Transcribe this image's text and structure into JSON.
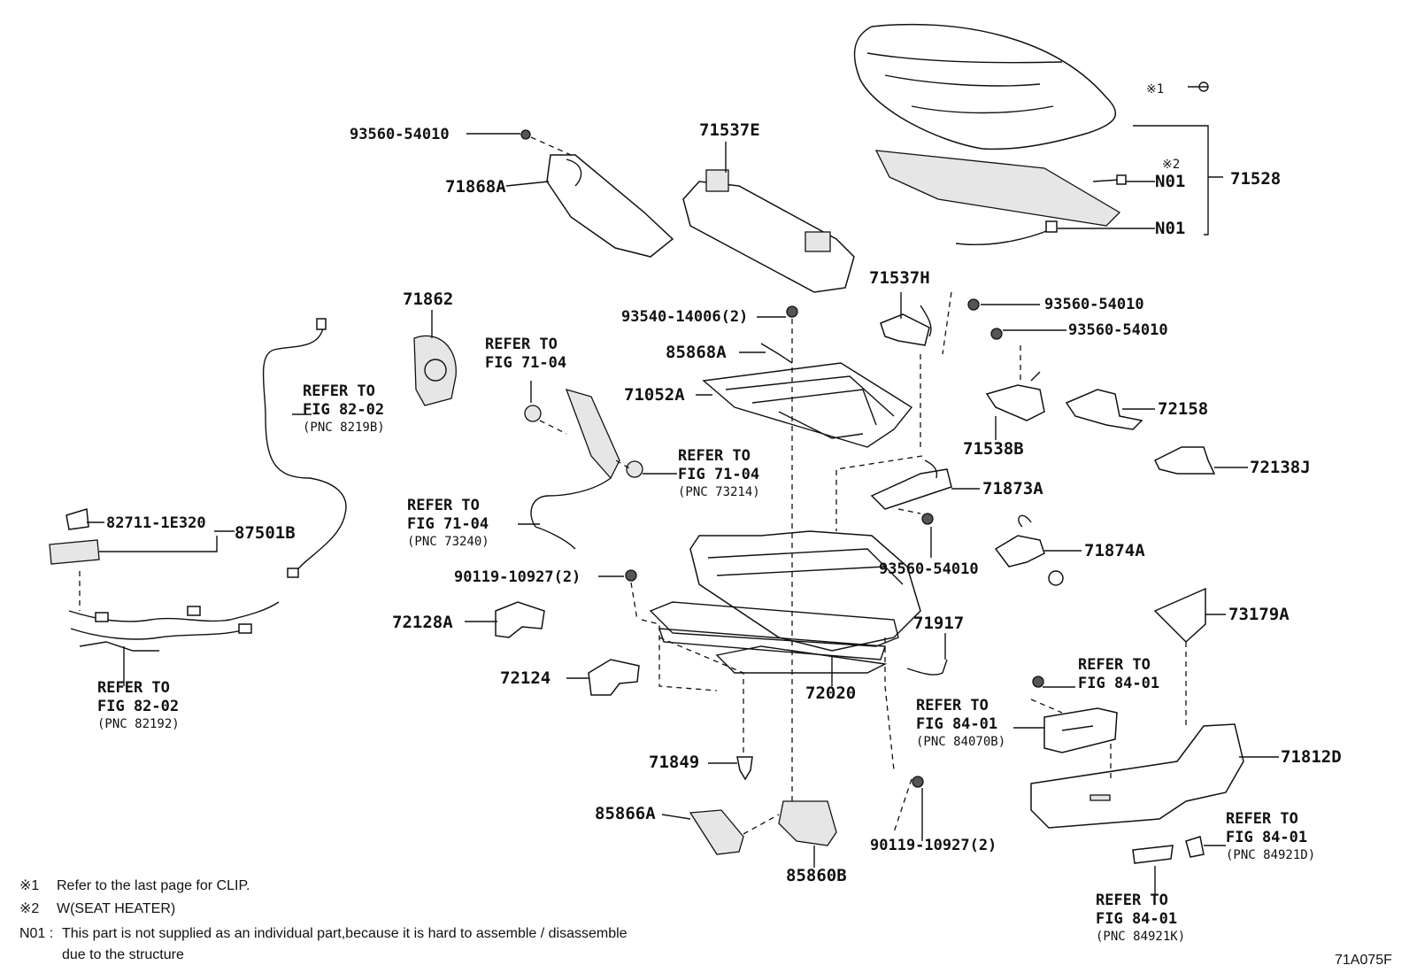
{
  "callouts": {
    "p71528": "71528",
    "n01_top": "N01",
    "n01_bottom": "N01",
    "mark_x1": "※1",
    "mark_x2": "※2",
    "p71537E": "71537E",
    "p93560_top": "93560-54010",
    "p71868A": "71868A",
    "p71862": "71862",
    "p71537H": "71537H",
    "p93560_r1": "93560-54010",
    "p93560_r2": "93560-54010",
    "p93540": "93540-14006(2)",
    "p85868A": "85868A",
    "p71052A": "71052A",
    "p71538B": "71538B",
    "p72158": "72158",
    "p72138J": "72138J",
    "p71873A": "71873A",
    "p71874A": "71874A",
    "p93560_mid": "93560-54010",
    "p82711": "82711-1E320",
    "p87501B": "87501B",
    "p90119_left": "90119-10927(2)",
    "p72128A": "72128A",
    "p72124": "72124",
    "p72020": "72020",
    "p71917": "71917",
    "p73179A": "73179A",
    "p71812D": "71812D",
    "p71849": "71849",
    "p85866A": "85866A",
    "p85860B": "85860B",
    "p90119_bottom": "90119-10927(2)"
  },
  "refers": {
    "r82_02_top": {
      "line1": "REFER TO",
      "line2": "FIG 82-02",
      "pnc": "(PNC 8219B)"
    },
    "r71_04_top": {
      "line1": "REFER TO",
      "line2": "FIG 71-04"
    },
    "r71_04_right": {
      "line1": "REFER TO",
      "line2": "FIG 71-04",
      "pnc": "(PNC 73214)"
    },
    "r71_04_left": {
      "line1": "REFER TO",
      "line2": "FIG 71-04",
      "pnc": "(PNC 73240)"
    },
    "r82_02_bottom": {
      "line1": "REFER TO",
      "line2": "FIG 82-02",
      "pnc": "(PNC 82192)"
    },
    "r84_01_a": {
      "line1": "REFER TO",
      "line2": "FIG 84-01"
    },
    "r84_01_b": {
      "line1": "REFER TO",
      "line2": "FIG 84-01",
      "pnc": "(PNC 84070B)"
    },
    "r84_01_c": {
      "line1": "REFER TO",
      "line2": "FIG 84-01",
      "pnc": "(PNC 84921D)"
    },
    "r84_01_d": {
      "line1": "REFER TO",
      "line2": "FIG 84-01",
      "pnc": "(PNC 84921K)"
    }
  },
  "notes": {
    "n1_mark": "※1",
    "n1_text": "Refer to the last page for CLIP.",
    "n2_mark": "※2",
    "n2_text": "W(SEAT HEATER)",
    "n3_mark": "N01 :",
    "n3_line1": "This part is not supplied as an individual part,because it is hard to assemble / disassemble",
    "n3_line2": "due to the structure"
  },
  "figure_code": "71A075F"
}
